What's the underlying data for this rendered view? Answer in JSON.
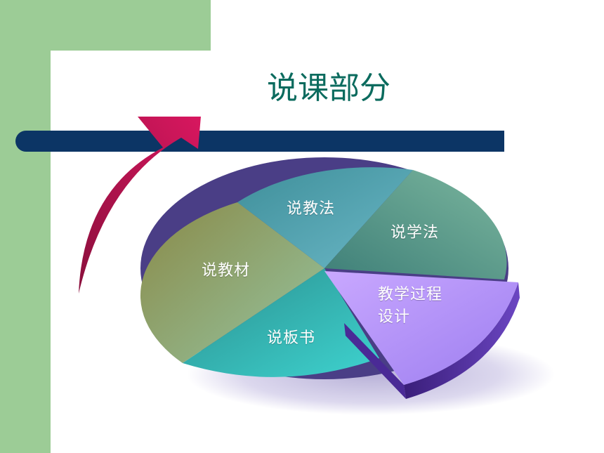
{
  "title": "说课部分",
  "segments": {
    "methods": "说教法",
    "learning": "说学法",
    "materials": "说教材",
    "board": "说板书",
    "process_line1": "教学过程",
    "process_line2": "设计"
  },
  "colors": {
    "background_green": "#9ccc96",
    "bar_navy": "#0c3565",
    "arrow_crimson": "#c0175a",
    "title_teal": "#0b6b5e",
    "segment_methods": "#4fa3a8",
    "segment_learning": "#5d9d88",
    "segment_materials": "#8ea060",
    "segment_board": "#26b3b1",
    "segment_process": "#a98ef0"
  }
}
